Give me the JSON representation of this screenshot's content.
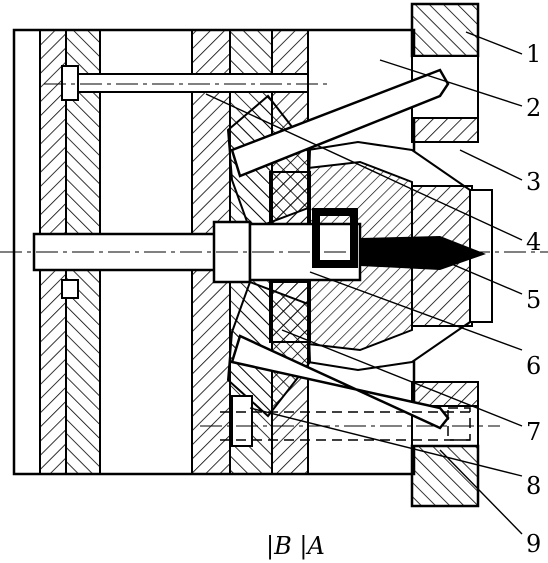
{
  "figure": {
    "callouts": [
      "1",
      "2",
      "3",
      "4",
      "5",
      "6",
      "7",
      "8",
      "9"
    ],
    "caption": "|B |A",
    "colors": {
      "ink": "#000000",
      "paper": "#ffffff"
    }
  }
}
